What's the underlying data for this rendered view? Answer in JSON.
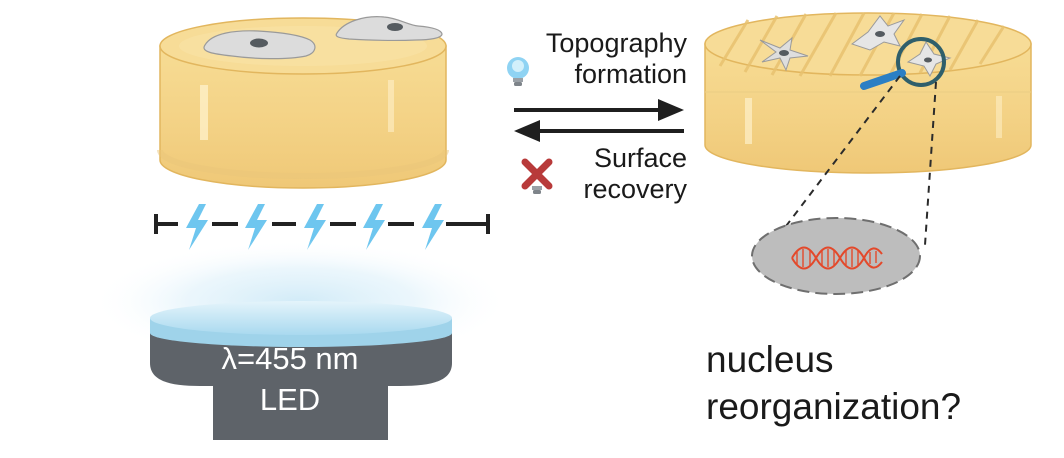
{
  "labels": {
    "topography_formation": [
      "Topography",
      "formation"
    ],
    "surface_recovery": [
      "Surface",
      "recovery"
    ],
    "led": [
      "λ=455 nm",
      "LED"
    ],
    "question": [
      "nucleus",
      "reorganization?"
    ]
  },
  "icons": [
    "light-bulb-icon",
    "lightning-bolt-icon",
    "broken-bulb-icon",
    "dna-icon",
    "magnifier-icon",
    "cell-icon"
  ],
  "colors": {
    "substrate": "#f3d48a",
    "substrate_side": "#f5d98e",
    "cell": "#d9d9d9",
    "nucleus": "#555b60",
    "led_body": "#5e6369",
    "led_lens": "#bfe3f3",
    "bolt": "#6ec6ef",
    "arrow": "#1f1f1f",
    "cross": "#b83a3a",
    "dna": "#e3492b",
    "lens_outline": "#2f5f6b",
    "lens_handle": "#2b7fc4"
  }
}
